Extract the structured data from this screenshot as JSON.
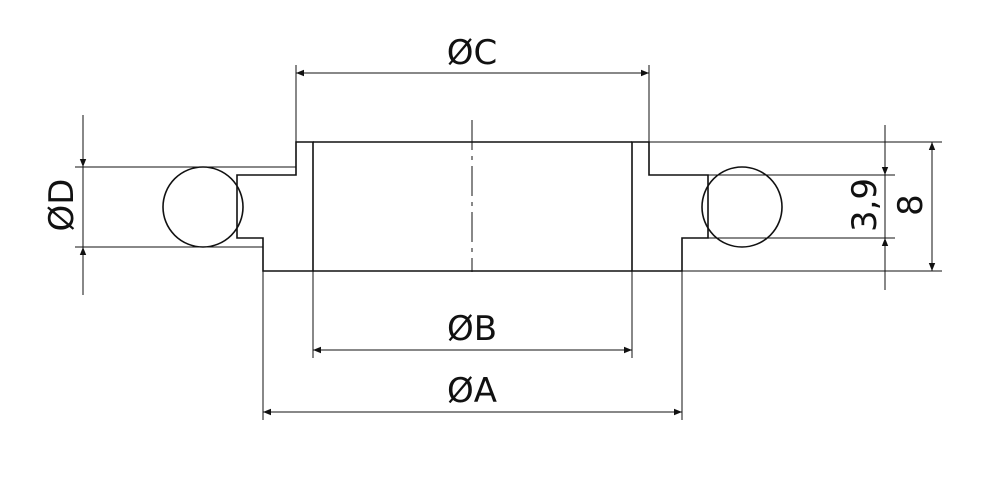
{
  "labels": {
    "dim_c": "ØC",
    "dim_b": "ØB",
    "dim_a": "ØA",
    "dim_d": "ØD",
    "dim_cross_section": "3,9",
    "dim_height": "8"
  },
  "colors": {
    "line": "#111111",
    "background": "#ffffff"
  }
}
